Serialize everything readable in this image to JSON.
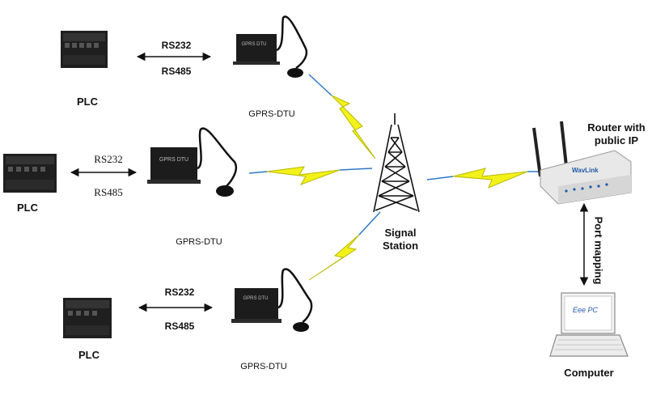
{
  "labels": {
    "plc": "PLC",
    "gprs_dtu": "GPRS-DTU",
    "rs232": "RS232",
    "rs485": "RS485",
    "signal_station": [
      "Signal",
      "Station"
    ],
    "router": [
      "Router with",
      "public IP"
    ],
    "port_mapping": "Port mapping",
    "computer": "Computer",
    "dtu_face": "GPRS DTU",
    "router_brand": "WavLink",
    "laptop_brand": "Eee PC"
  },
  "colors": {
    "lightning_fill": "#f2f21a",
    "lightning_stroke": "#b8b800",
    "signal_line": "#2f78c8",
    "device_dark": "#1e1e1e",
    "router_body": "#e8e8e8",
    "router_accent": "#1e5aa8"
  }
}
